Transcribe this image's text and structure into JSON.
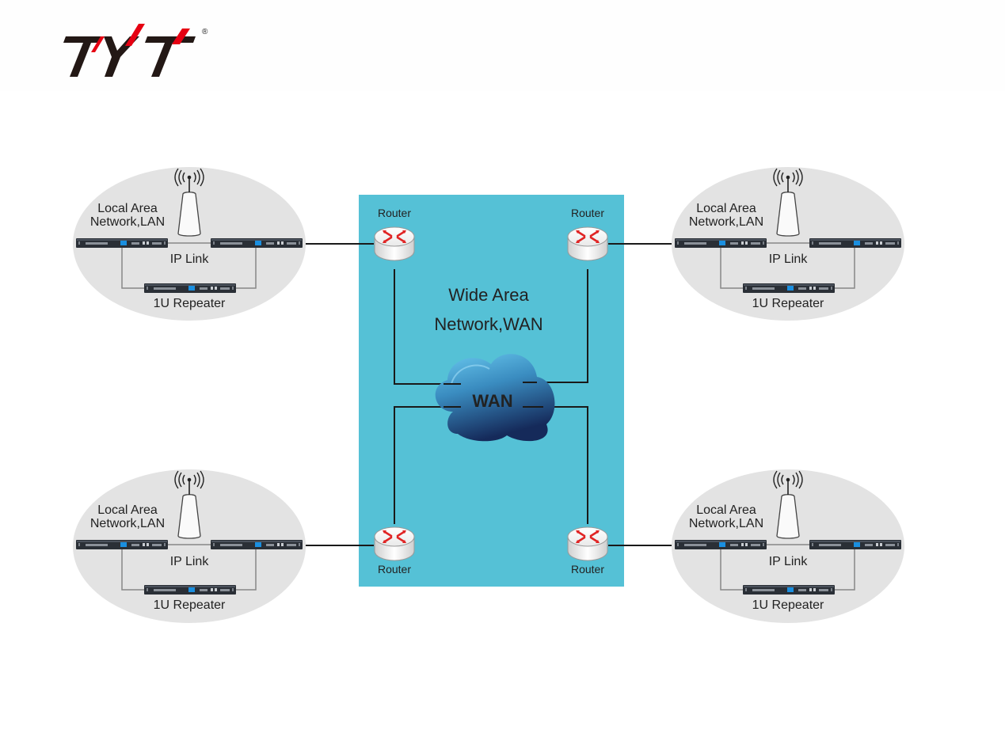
{
  "brand": {
    "logo_text": "TYT",
    "registered_mark": "®",
    "logo_color": "#231815",
    "accent_color": "#e60012"
  },
  "wan": {
    "title_line1": "Wide Area",
    "title_line2": "Network,WAN",
    "cloud_label": "WAN",
    "panel_color": "#55c1d6",
    "cloud_label_color": "#f3f31e"
  },
  "routers": [
    {
      "label": "Router"
    },
    {
      "label": "Router"
    },
    {
      "label": "Router"
    },
    {
      "label": "Router"
    }
  ],
  "lans": [
    {
      "title_line1": "Local Area",
      "title_line2": "Network,LAN",
      "link_label": "IP Link",
      "repeater_label": "1U Repeater",
      "icon": "antenna-icon"
    },
    {
      "title_line1": "Local Area",
      "title_line2": "Network,LAN",
      "link_label": "IP Link",
      "repeater_label": "1U Repeater",
      "icon": "antenna-icon"
    },
    {
      "title_line1": "Local Area",
      "title_line2": "Network,LAN",
      "link_label": "IP Link",
      "repeater_label": "1U Repeater",
      "icon": "antenna-icon"
    },
    {
      "title_line1": "Local Area",
      "title_line2": "Network,LAN",
      "link_label": "IP Link",
      "repeater_label": "1U Repeater",
      "icon": "antenna-icon"
    }
  ],
  "colors": {
    "lan_ellipse": "#e3e3e3",
    "router_cross": "#e02424",
    "line": "#1a1a1a"
  }
}
